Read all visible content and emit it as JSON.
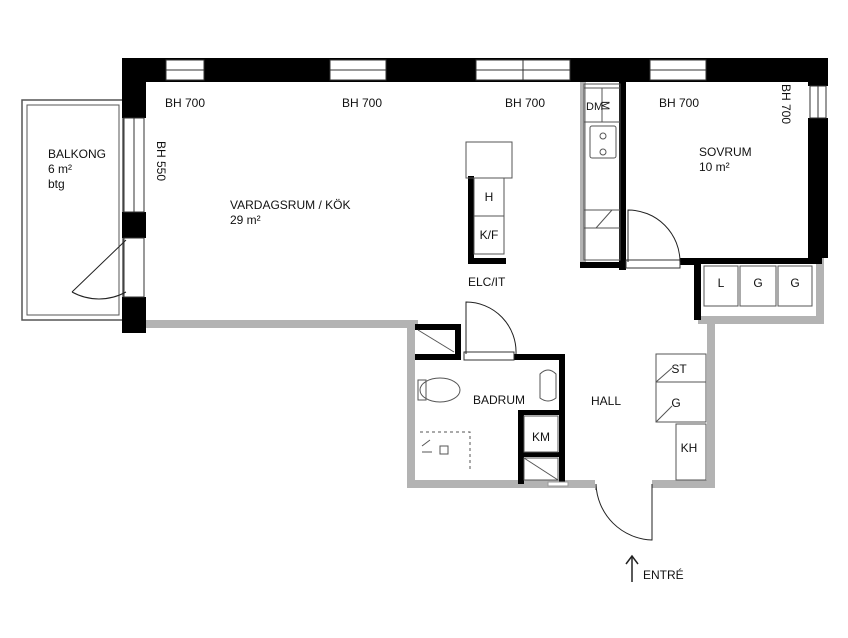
{
  "rooms": {
    "living": {
      "name": "VARDAGSRUM / KÖK",
      "area": "29 m²"
    },
    "bedroom": {
      "name": "SOVRUM",
      "area": "10 m²"
    },
    "balcony": {
      "name": "BALKONG",
      "area": "6 m²",
      "note": "btg"
    },
    "bathroom": {
      "name": "BADRUM"
    },
    "hall": {
      "name": "HALL"
    }
  },
  "windows": {
    "bh_700": "BH 700",
    "bh_550": "BH 550"
  },
  "appliances": {
    "dishwasher": "DM",
    "microwave": "M",
    "hob": "H",
    "fridge_freezer": "K/F",
    "elc_it": "ELC/IT",
    "linen": "L",
    "wardrobe": "G",
    "storage_shelf": "ST",
    "hall_wardrobe": "G",
    "coat_cabinet": "KH",
    "washing_machine": "KM"
  },
  "entrance": {
    "label": "ENTRÉ",
    "arrow": "arrow-up-icon"
  },
  "colors": {
    "wall": "#000000",
    "inner_wall": "#b3b3b3",
    "fixture_stroke": "#444444",
    "window_fill": "#ffffff"
  }
}
